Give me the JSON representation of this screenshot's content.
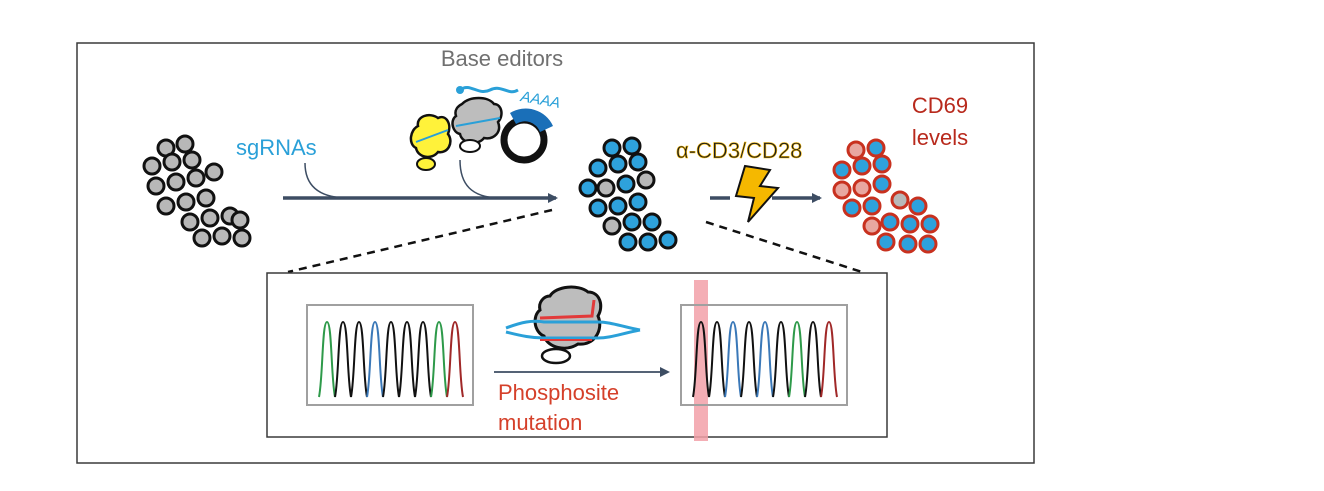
{
  "labels": {
    "base_editors": "Base editors",
    "polyA": "AAAA",
    "sgrnas": "sgRNAs",
    "stim": "α-CD3/CD28",
    "cd69_line1": "CD69",
    "cd69_line2": "levels",
    "mutation_line1": "Phosphosite",
    "mutation_line2": "mutation"
  },
  "colors": {
    "frame": "#3a3a3a",
    "arrow": "#3d4d63",
    "cell_gray": "#b8b8b8",
    "cell_blue": "#2ea2dc",
    "cell_outline_dark": "#111111",
    "cell_outline_red": "#c8311f",
    "sgrna_text": "#2aa0d8",
    "base_editor_text": "#707070",
    "stim_text": "#1f1f1f",
    "lightning": "#f5b800",
    "cd69_text": "#b8291c",
    "mutation_text": "#d5402a",
    "highlight": "#f2a0a8",
    "trace_green": "#2e9a4a",
    "trace_black": "#111111",
    "trace_blue": "#3a78b8",
    "trace_red": "#a02828",
    "protein_yellow": "#fff23a",
    "plasmid_blue": "#1a6fb8"
  },
  "icons": [
    "lightning-icon",
    "mrna-icon",
    "protein-icon",
    "plasmid-icon",
    "base-editor-complex-icon"
  ],
  "chromatogram_before": [
    "green",
    "black",
    "black",
    "blue",
    "black",
    "black",
    "black",
    "green",
    "red"
  ],
  "chromatogram_after": [
    "black",
    "black",
    "blue",
    "black",
    "blue",
    "black",
    "green",
    "black",
    "red"
  ]
}
